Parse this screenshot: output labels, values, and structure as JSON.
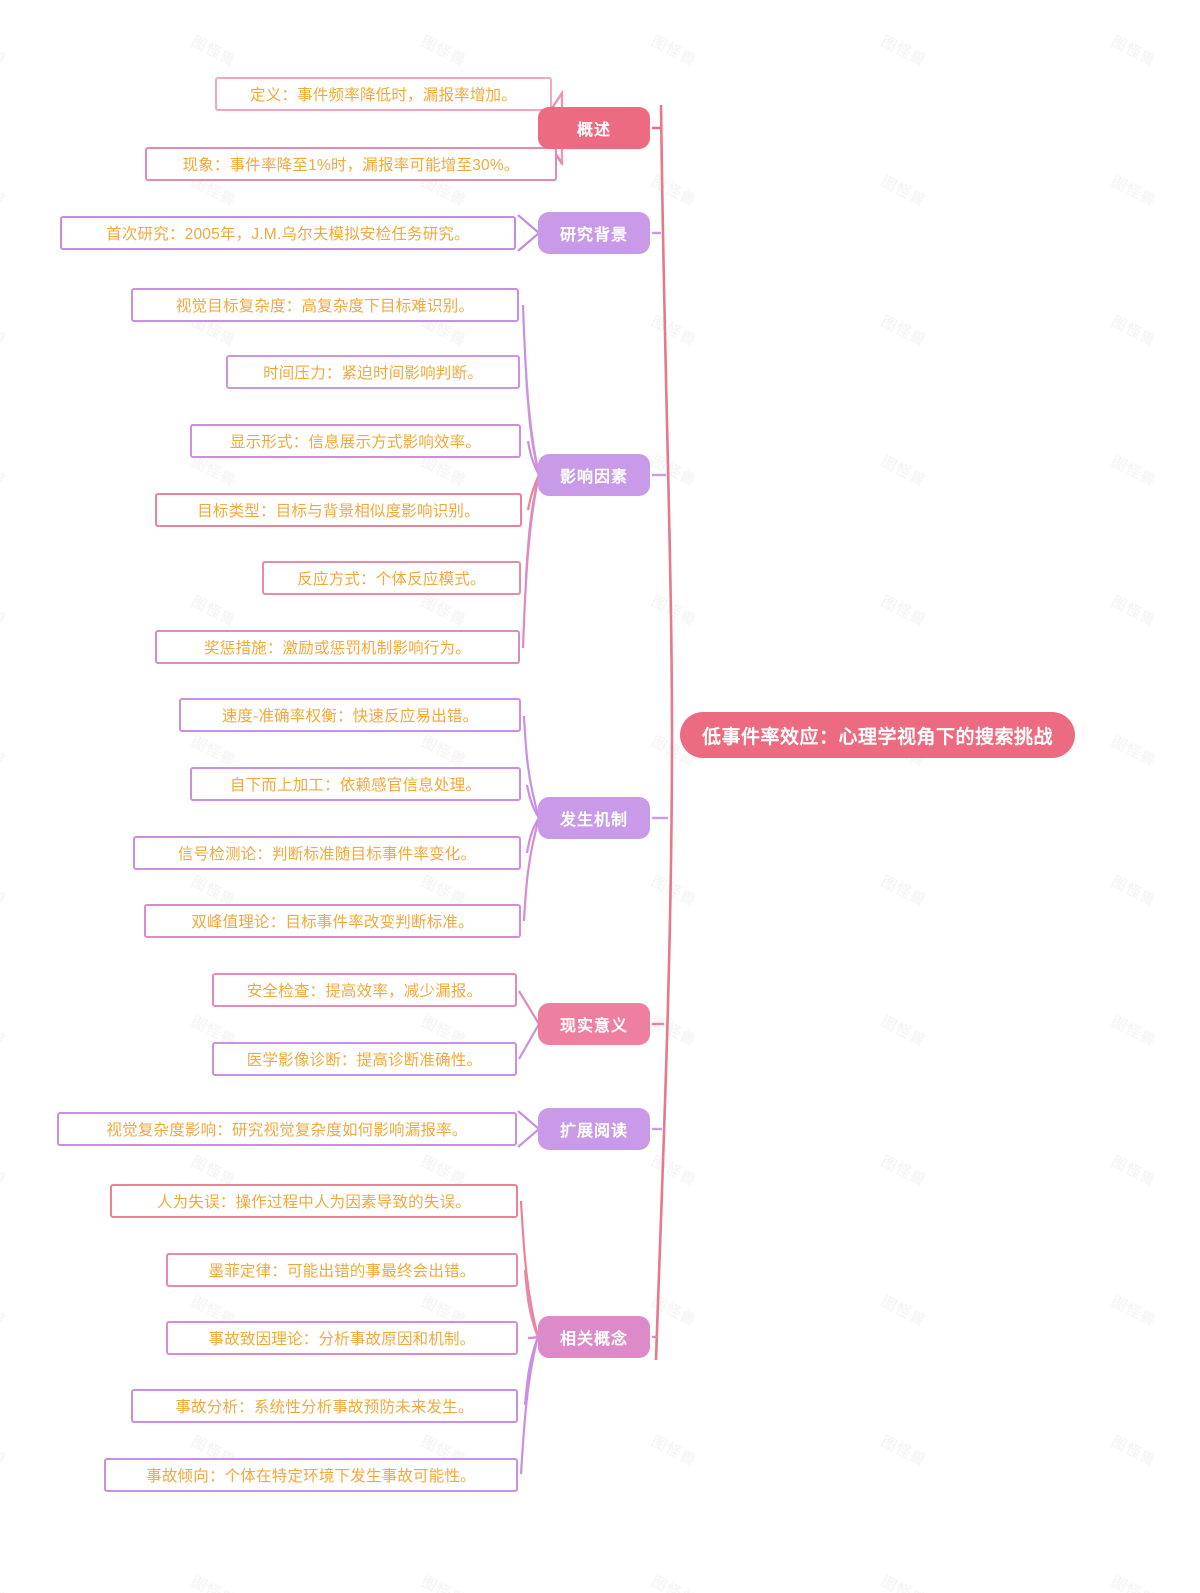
{
  "diagram": {
    "type": "mind-map",
    "title": "低事件率效应：心理学视角下的搜索挑战",
    "root": {
      "label": "低事件率效应：心理学视角下的搜索挑战",
      "color": "#ec6b80"
    },
    "branches": [
      {
        "label": "概述",
        "color": "#ec6b80",
        "children": [
          {
            "label": "定义：事件频率降低时，漏报率增加。",
            "border": "#efa8c0"
          },
          {
            "label": "现象：事件率降至1%时，漏报率可能增至30%。",
            "border": "#e588b4"
          }
        ]
      },
      {
        "label": "研究背景",
        "color": "#c89ae8",
        "children": [
          {
            "label": "首次研究：2005年，J.M.乌尔夫模拟安检任务研究。",
            "border": "#c28ee0"
          }
        ]
      },
      {
        "label": "影响因素",
        "color": "#c89ae8",
        "children": [
          {
            "label": "视觉目标复杂度：高复杂度下目标难识别。",
            "border": "#c98fe0"
          },
          {
            "label": "时间压力：紧迫时间影响判断。",
            "border": "#cf93de"
          },
          {
            "label": "显示形式：信息展示方式影响效率。",
            "border": "#cd8fd8"
          },
          {
            "label": "目标类型：目标与背景相似度影响识别。",
            "border": "#ec8296"
          },
          {
            "label": "反应方式：个体反应模式。",
            "border": "#e98aa6"
          },
          {
            "label": "奖惩措施：激励或惩罚机制影响行为。",
            "border": "#dd8ac4"
          }
        ]
      },
      {
        "label": "发生机制",
        "color": "#c89ae8",
        "children": [
          {
            "label": "速度-准确率权衡：快速反应易出错。",
            "border": "#c98fe0"
          },
          {
            "label": "自下而上加工：依赖感官信息处理。",
            "border": "#c98fe0"
          },
          {
            "label": "信号检测论：判断标准随目标事件率变化。",
            "border": "#cd8fdb"
          },
          {
            "label": "双峰值理论：目标事件率改变判断标准。",
            "border": "#d98ccd"
          }
        ]
      },
      {
        "label": "现实意义",
        "color": "#ef7f9f",
        "children": [
          {
            "label": "安全检查：提高效率，减少漏报。",
            "border": "#e18bb8"
          },
          {
            "label": "医学影像诊断：提高诊断准确性。",
            "border": "#c98fe0"
          }
        ]
      },
      {
        "label": "扩展阅读",
        "color": "#c89ae8",
        "children": [
          {
            "label": "视觉复杂度影响：研究视觉复杂度如何影响漏报率。",
            "border": "#c98fe0"
          }
        ]
      },
      {
        "label": "相关概念",
        "color": "#dd8ac8",
        "children": [
          {
            "label": "人为失误：操作过程中人为因素导致的失误。",
            "border": "#ec8296"
          },
          {
            "label": "墨菲定律：可能出错的事最终会出错。",
            "border": "#e888b0"
          },
          {
            "label": "事故致因理论：分析事故原因和机制。",
            "border": "#d98ccd"
          },
          {
            "label": "事故分析：系统性分析事故预防未来发生。",
            "border": "#c98fe0"
          },
          {
            "label": "事故倾向：个体在特定环境下发生事故可能性。",
            "border": "#c98fe0"
          }
        ]
      }
    ],
    "palette": {
      "text_color": "#f2a93b",
      "spine_color": "#e8788c",
      "background": "#ffffff"
    },
    "watermark": "图怪兽"
  }
}
